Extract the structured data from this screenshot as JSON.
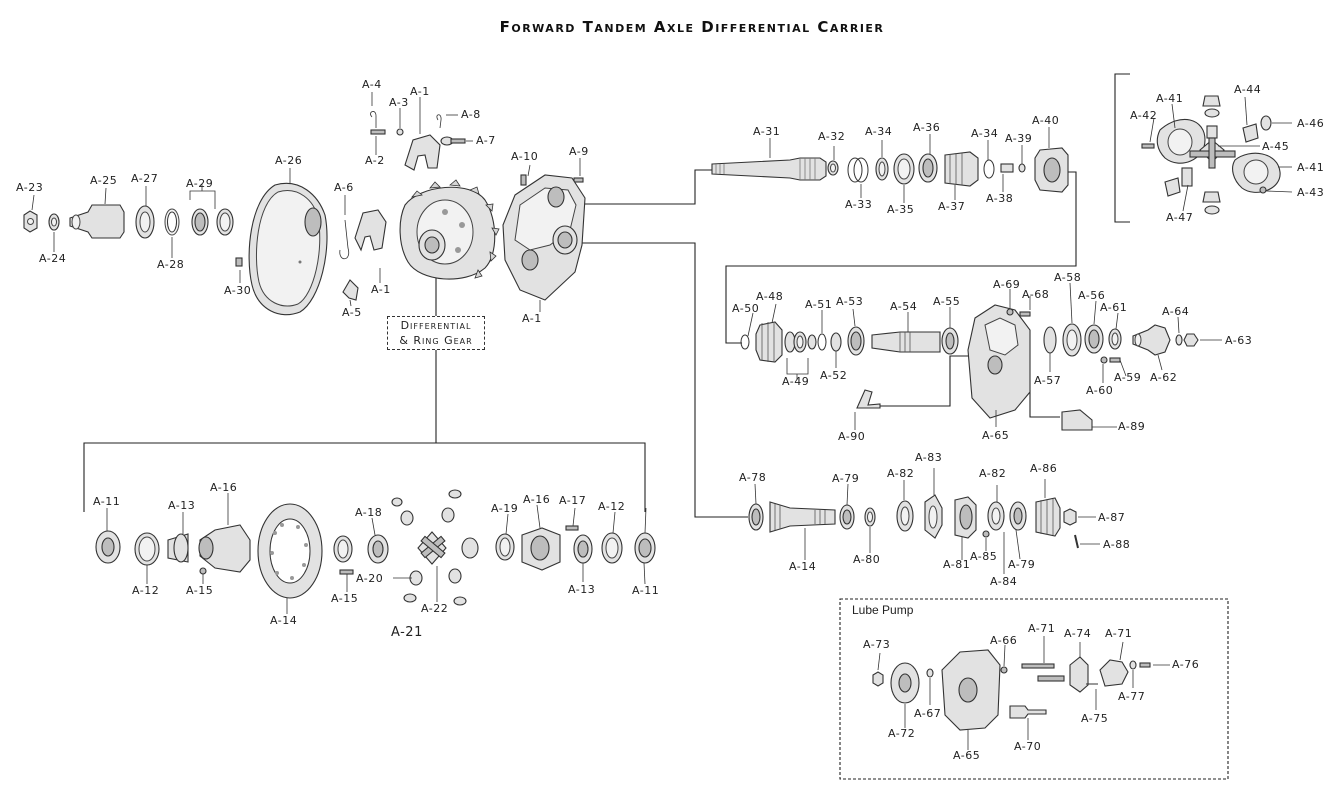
{
  "title": "Forward Tandem Axle Differential Carrier",
  "callout_box": {
    "line1": "Differential",
    "line2": "& Ring Gear"
  },
  "lube_pump_title": "Lube Pump",
  "labels": {
    "a23": "A-23",
    "a24": "A-24",
    "a25": "A-25",
    "a27": "A-27",
    "a28": "A-28",
    "a29": "A-29",
    "a26": "A-26",
    "a30": "A-30",
    "a4": "A-4",
    "a3": "A-3",
    "a1_top": "A-1",
    "a8": "A-8",
    "a2": "A-2",
    "a7": "A-7",
    "a6": "A-6",
    "a1_cap": "A-1",
    "a5": "A-5",
    "a10": "A-10",
    "a9": "A-9",
    "a1_case": "A-1",
    "a31": "A-31",
    "a32": "A-32",
    "a34_a": "A-34",
    "a36": "A-36",
    "a34_b": "A-34",
    "a39": "A-39",
    "a40": "A-40",
    "a33": "A-33",
    "a35": "A-35",
    "a37": "A-37",
    "a38": "A-38",
    "a44": "A-44",
    "a41_a": "A-41",
    "a42": "A-42",
    "a46": "A-46",
    "a45": "A-45",
    "a41_b": "A-41",
    "a43": "A-43",
    "a47": "A-47",
    "a50": "A-50",
    "a48": "A-48",
    "a51": "A-51",
    "a53": "A-53",
    "a54": "A-54",
    "a55": "A-55",
    "a69": "A-69",
    "a68": "A-68",
    "a58": "A-58",
    "a56": "A-56",
    "a61": "A-61",
    "a64": "A-64",
    "a63": "A-63",
    "a49": "A-49",
    "a52": "A-52",
    "a57": "A-57",
    "a60": "A-60",
    "a59": "A-59",
    "a62": "A-62",
    "a90": "A-90",
    "a65_mid": "A-65",
    "a89": "A-89",
    "a78": "A-78",
    "a79_a": "A-79",
    "a82_a": "A-82",
    "a83": "A-83",
    "a82_b": "A-82",
    "a86": "A-86",
    "a87": "A-87",
    "a88": "A-88",
    "a14_pin": "A-14",
    "a80": "A-80",
    "a81": "A-81",
    "a85": "A-85",
    "a79_b": "A-79",
    "a84": "A-84",
    "a11_a": "A-11",
    "a13_a": "A-13",
    "a16_a": "A-16",
    "a18": "A-18",
    "a19": "A-19",
    "a16_b": "A-16",
    "a17": "A-17",
    "a12_b": "A-12",
    "a12_a": "A-12",
    "a15_a": "A-15",
    "a14_ring": "A-14",
    "a15_b": "A-15",
    "a20": "A-20",
    "a22": "A-22",
    "a21": "A-21",
    "a13_b": "A-13",
    "a11_b": "A-11",
    "a73": "A-73",
    "a66": "A-66",
    "a71_a": "A-71",
    "a74": "A-74",
    "a71_b": "A-71",
    "a76": "A-76",
    "a77": "A-77",
    "a75": "A-75",
    "a67": "A-67",
    "a72": "A-72",
    "a65_lube": "A-65",
    "a70": "A-70"
  }
}
